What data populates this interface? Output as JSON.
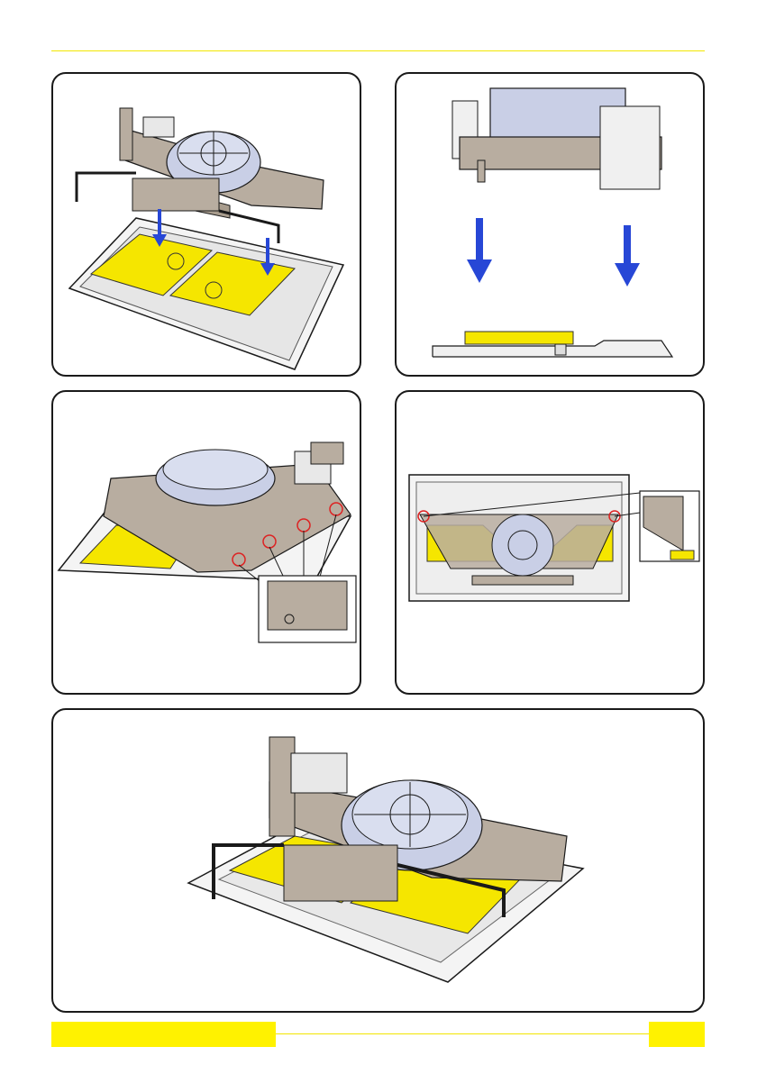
{
  "colors": {
    "accent_yellow": "#fff200",
    "filter_yellow": "#f5e600",
    "arrow_blue": "#2747d6",
    "frame_tan": "#b8ada0",
    "motor_blue": "#c9cfe6",
    "outline": "#1a1a1a"
  },
  "figures": [
    {
      "id": "fig-assembly-lowering",
      "icons": [
        "arrow-down-icon",
        "arrow-down-icon"
      ]
    },
    {
      "id": "fig-side-view-lowering",
      "icons": [
        "arrow-down-icon",
        "arrow-down-icon"
      ]
    },
    {
      "id": "fig-screw-points-detail",
      "callouts": 4
    },
    {
      "id": "fig-top-view-screw-points",
      "callouts": 2
    },
    {
      "id": "fig-final-assembly"
    }
  ],
  "footer": {
    "left_text": "",
    "page_number": ""
  }
}
